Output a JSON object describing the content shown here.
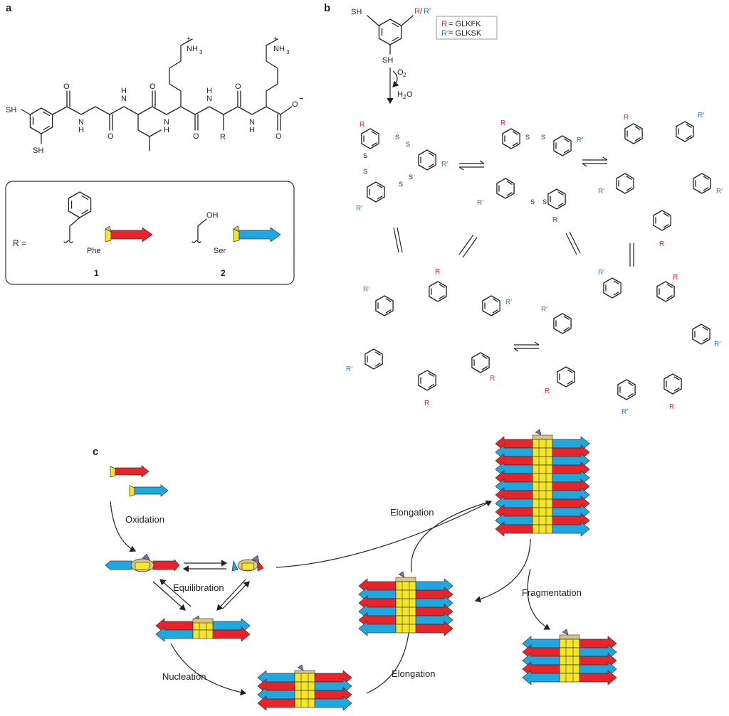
{
  "panels": {
    "a": {
      "letter": "a",
      "labels": {
        "sh_top": "SH",
        "sh_bottom": "SH",
        "nh_1": "N",
        "h_1": "H",
        "nh_2": "N",
        "h_2": "H",
        "nh_3": "N",
        "h_3": "H",
        "nh_4": "N",
        "h_4": "H",
        "nh_5": "N",
        "h_5": "H",
        "r_group": "R",
        "amine_1": "NH",
        "amine_1_sub": "3",
        "amine_1_charge": "+",
        "amine_2": "NH",
        "amine_2_sub": "3",
        "amine_2_charge": "+",
        "carboxylate_o": "O",
        "carboxylate_charge": "−"
      },
      "legend": {
        "r_equals": "R =",
        "phe_label": "Phe",
        "ser_label": "Ser",
        "ser_oh": "OH",
        "compound_1": "1",
        "compound_2": "2"
      }
    },
    "b": {
      "letter": "b",
      "monomer_sh_top": "SH",
      "monomer_sh_bottom": "SH",
      "monomer_r": "R",
      "monomer_slash": "/",
      "monomer_r_prime": "R′",
      "legend_r": "R",
      "legend_r_text": "= GLKFK",
      "legend_r_prime": "R′",
      "legend_r_prime_text": "= GLKSK",
      "oxidant": "O",
      "oxidant_sub": "2",
      "byproduct": "H",
      "byproduct_sub": "2",
      "byproduct_suffix": "O",
      "disulfide_s": "S",
      "r_label": "R",
      "r_prime_label": "R′"
    },
    "c": {
      "letter": "c",
      "steps": {
        "oxidation": "Oxidation",
        "equilibration": "Equilibration",
        "nucleation": "Nucleation",
        "elongation_bottom": "Elongation",
        "elongation_top": "Elongation",
        "fragmentation": "Fragmentation"
      }
    }
  },
  "colors": {
    "red_peptide": "#e8232a",
    "blue_peptide": "#1fa8e0",
    "core_yellow": "#f5e62a",
    "core_tan": "#d9c67a",
    "purple_cap": "#7e6bb0",
    "label_red": "#e8232a",
    "label_blue": "#1f7bd2"
  }
}
